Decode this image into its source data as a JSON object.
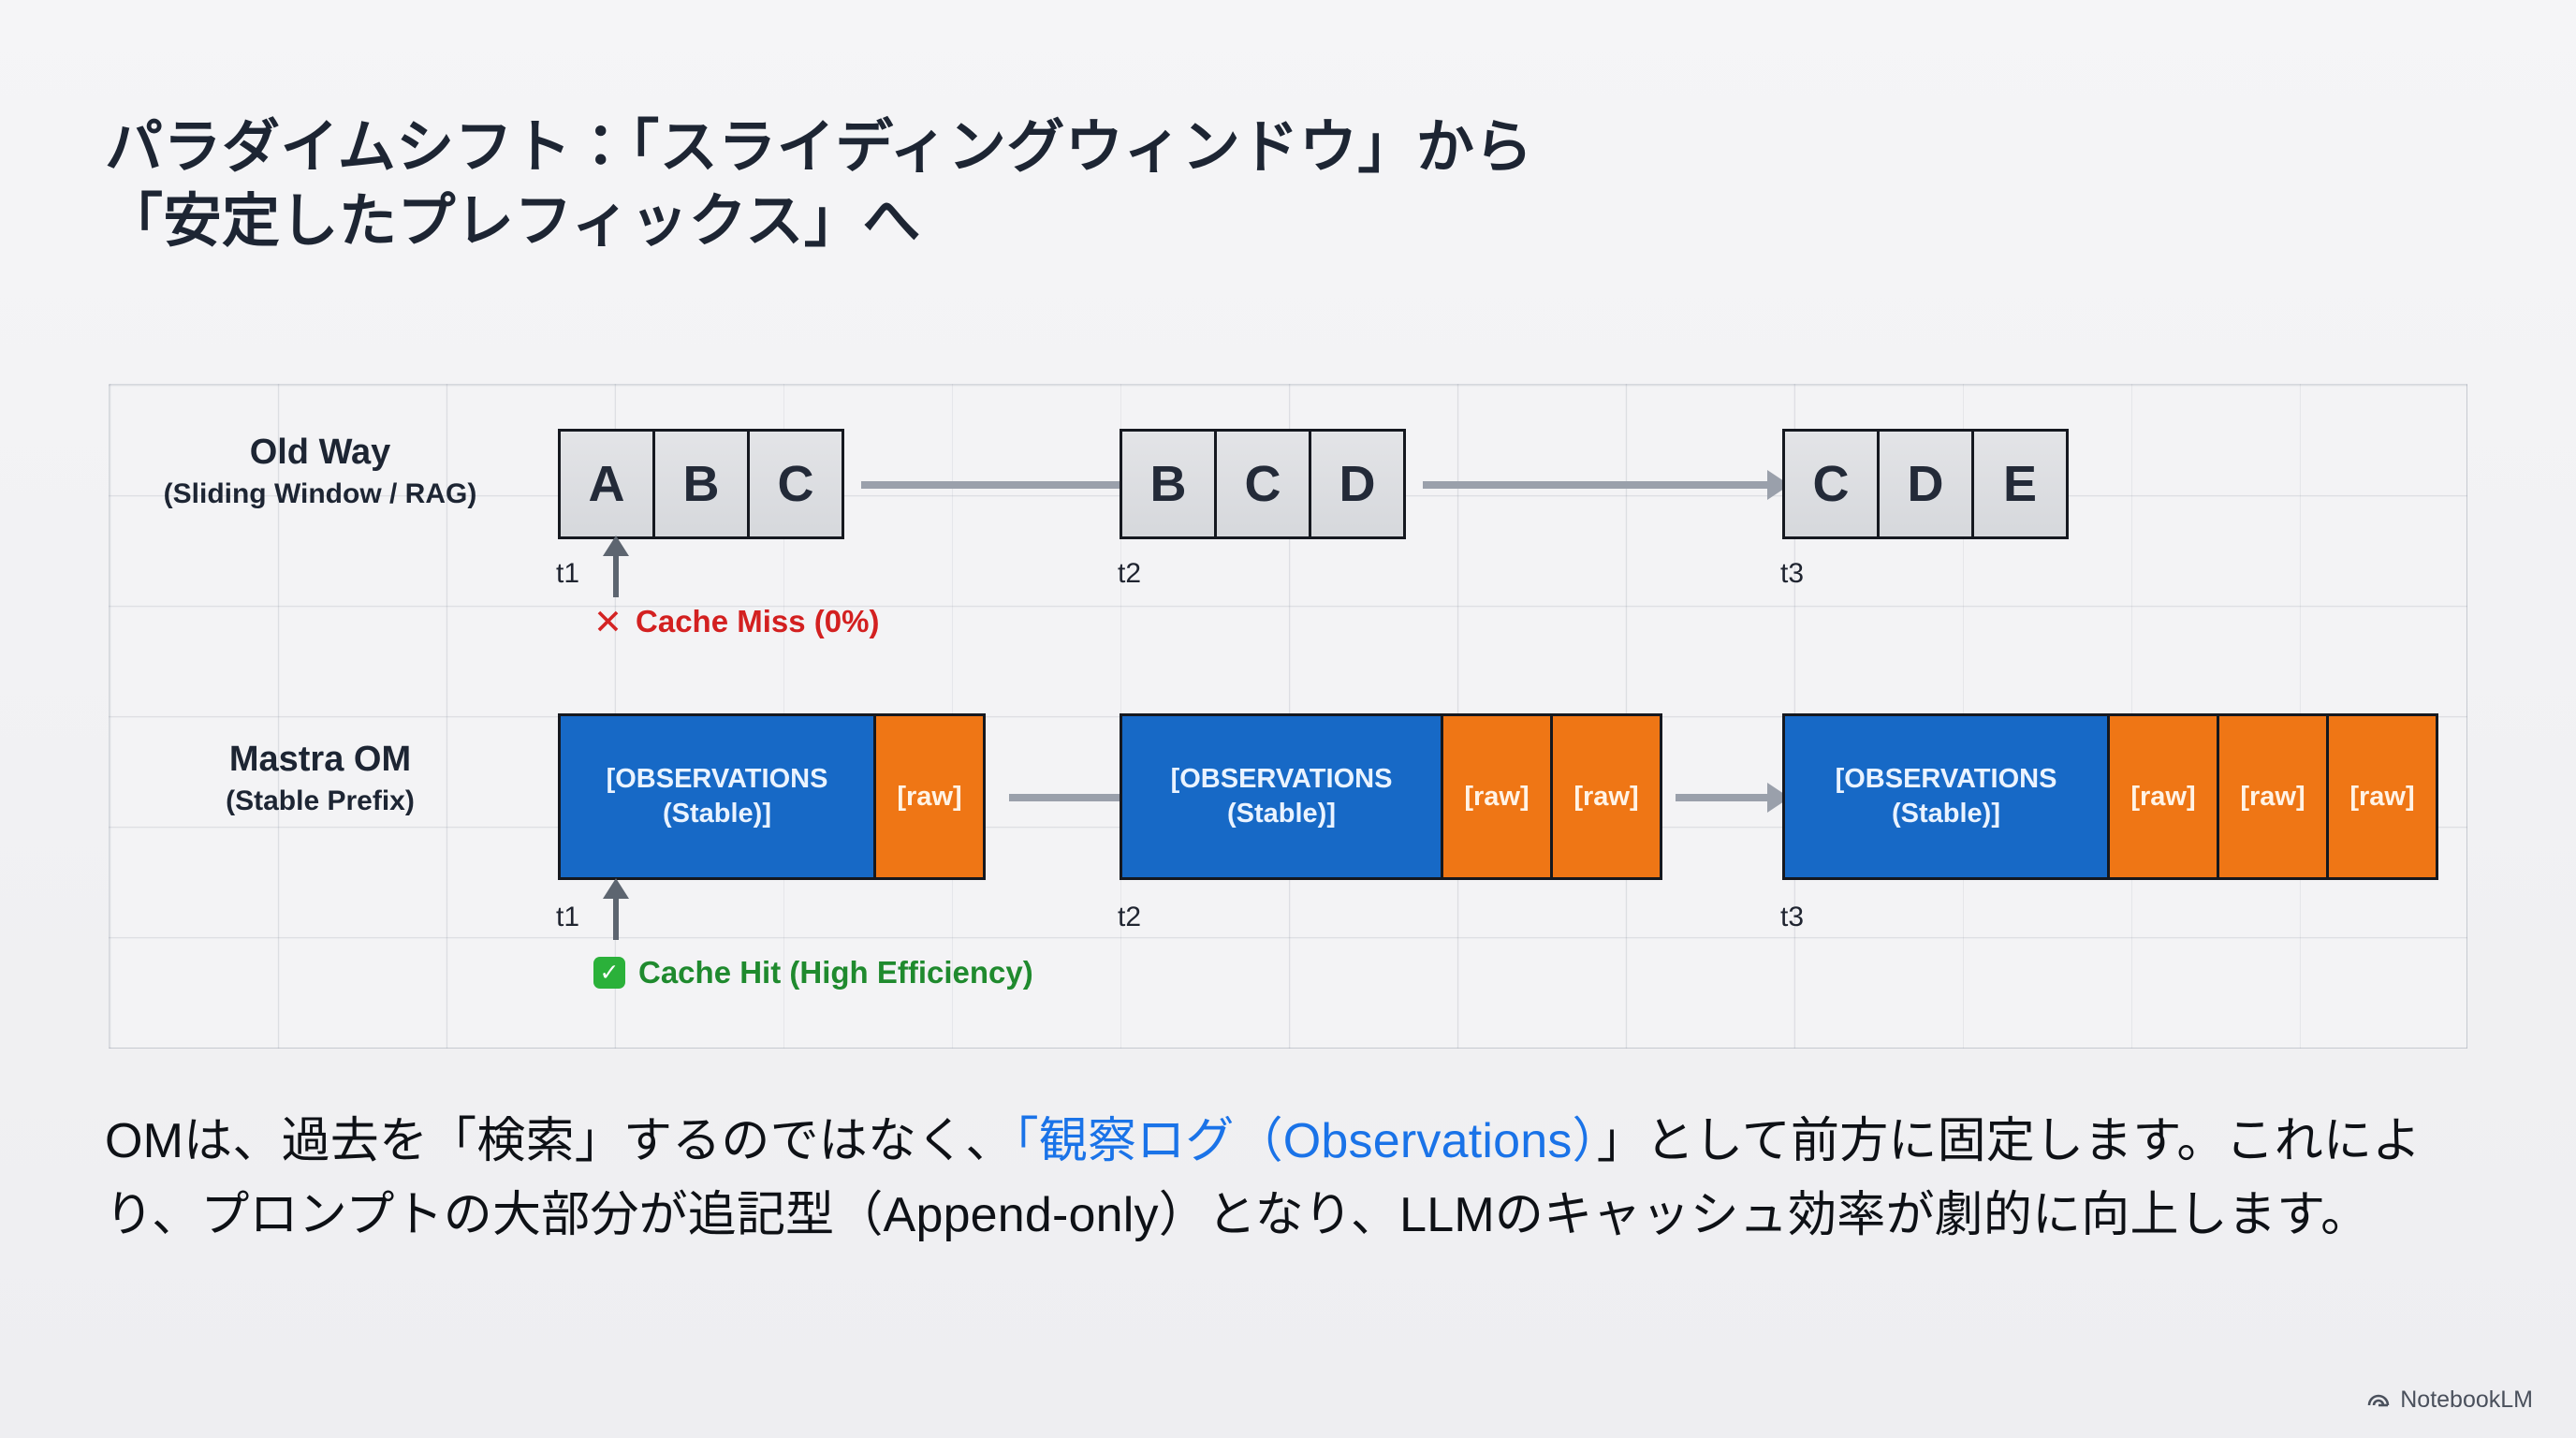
{
  "slide": {
    "title_lines": [
      "パラダイムシフト：「スライディングウィンドウ」から",
      "「安定したプレフィックス」へ"
    ],
    "background_color": "#f2f2f4"
  },
  "diagram": {
    "rows": [
      {
        "id": "old-way",
        "label_main": "Old Way",
        "label_sub": "(Sliding Window / RAG)",
        "groups": [
          {
            "time": "t1",
            "cells": [
              "A",
              "B",
              "C"
            ]
          },
          {
            "time": "t2",
            "cells": [
              "B",
              "C",
              "D"
            ]
          },
          {
            "time": "t3",
            "cells": [
              "C",
              "D",
              "E"
            ]
          }
        ],
        "annotation": {
          "icon": "cross-icon",
          "glyph": "✕",
          "text": "Cache Miss (0%)",
          "color": "#d32020"
        }
      },
      {
        "id": "mastra-om",
        "label_main": "Mastra OM",
        "label_sub": "(Stable Prefix)",
        "groups": [
          {
            "time": "t1",
            "stable_label": "[OBSERVATIONS\n(Stable)]",
            "raw_label": "[raw]",
            "raw_count": 1
          },
          {
            "time": "t2",
            "stable_label": "[OBSERVATIONS\n(Stable)]",
            "raw_label": "[raw]",
            "raw_count": 2
          },
          {
            "time": "t3",
            "stable_label": "[OBSERVATIONS\n(Stable)]",
            "raw_label": "[raw]",
            "raw_count": 3
          }
        ],
        "annotation": {
          "icon": "check-icon",
          "glyph": "✓",
          "text": "Cache Hit (High Efficiency)",
          "color": "#1f8a2e"
        }
      }
    ],
    "colors": {
      "stable_block": "#1769c6",
      "raw_block": "#ef7615",
      "cell_block": "#dcdee2",
      "block_border": "#15181f",
      "arrow": "#9aa0ab",
      "grid_line": "#8c92a0"
    }
  },
  "body": {
    "segments": [
      {
        "text": "OMは、過去を「検索」するのではなく、",
        "highlight": false
      },
      {
        "text": "「観察ログ（Observations）",
        "highlight": true
      },
      {
        "text": "」として前方に固定します。これにより、プロンプトの大部分が追記型（Append-only）となり、LLMのキャッシュ効率が劇的に向上します。",
        "highlight": false
      }
    ],
    "highlight_color": "#1a73e8"
  },
  "watermark": {
    "icon": "notebooklm-logo-icon",
    "label": "NotebookLM"
  }
}
